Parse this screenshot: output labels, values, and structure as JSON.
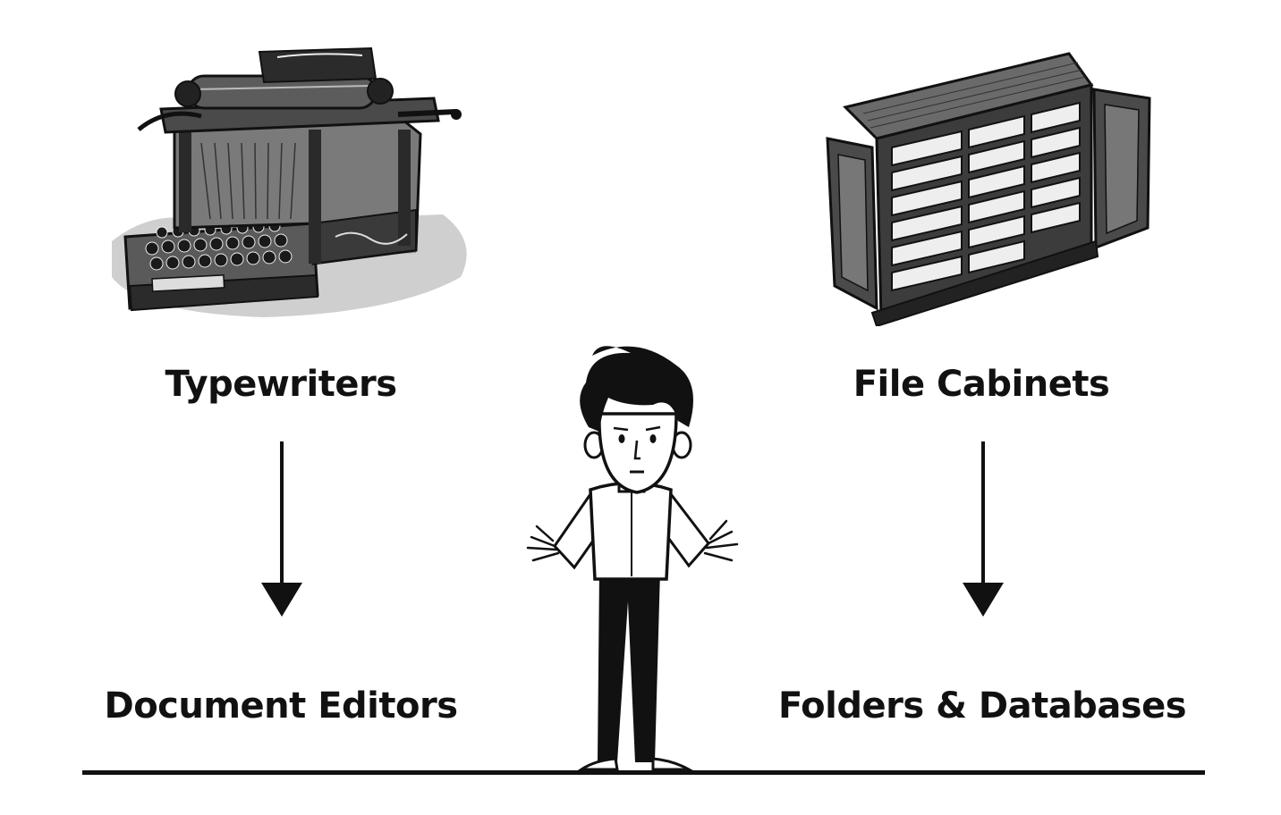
{
  "left_column": {
    "top_label": "Typewriters",
    "bottom_label": "Document Editors",
    "illustration": "typewriter-illustration"
  },
  "right_column": {
    "top_label": "File Cabinets",
    "bottom_label": "Folders & Databases",
    "illustration": "file-cabinet-illustration"
  },
  "center": {
    "figure": "shrugging-man-illustration"
  },
  "colors": {
    "ink": "#111111",
    "background": "#ffffff"
  }
}
